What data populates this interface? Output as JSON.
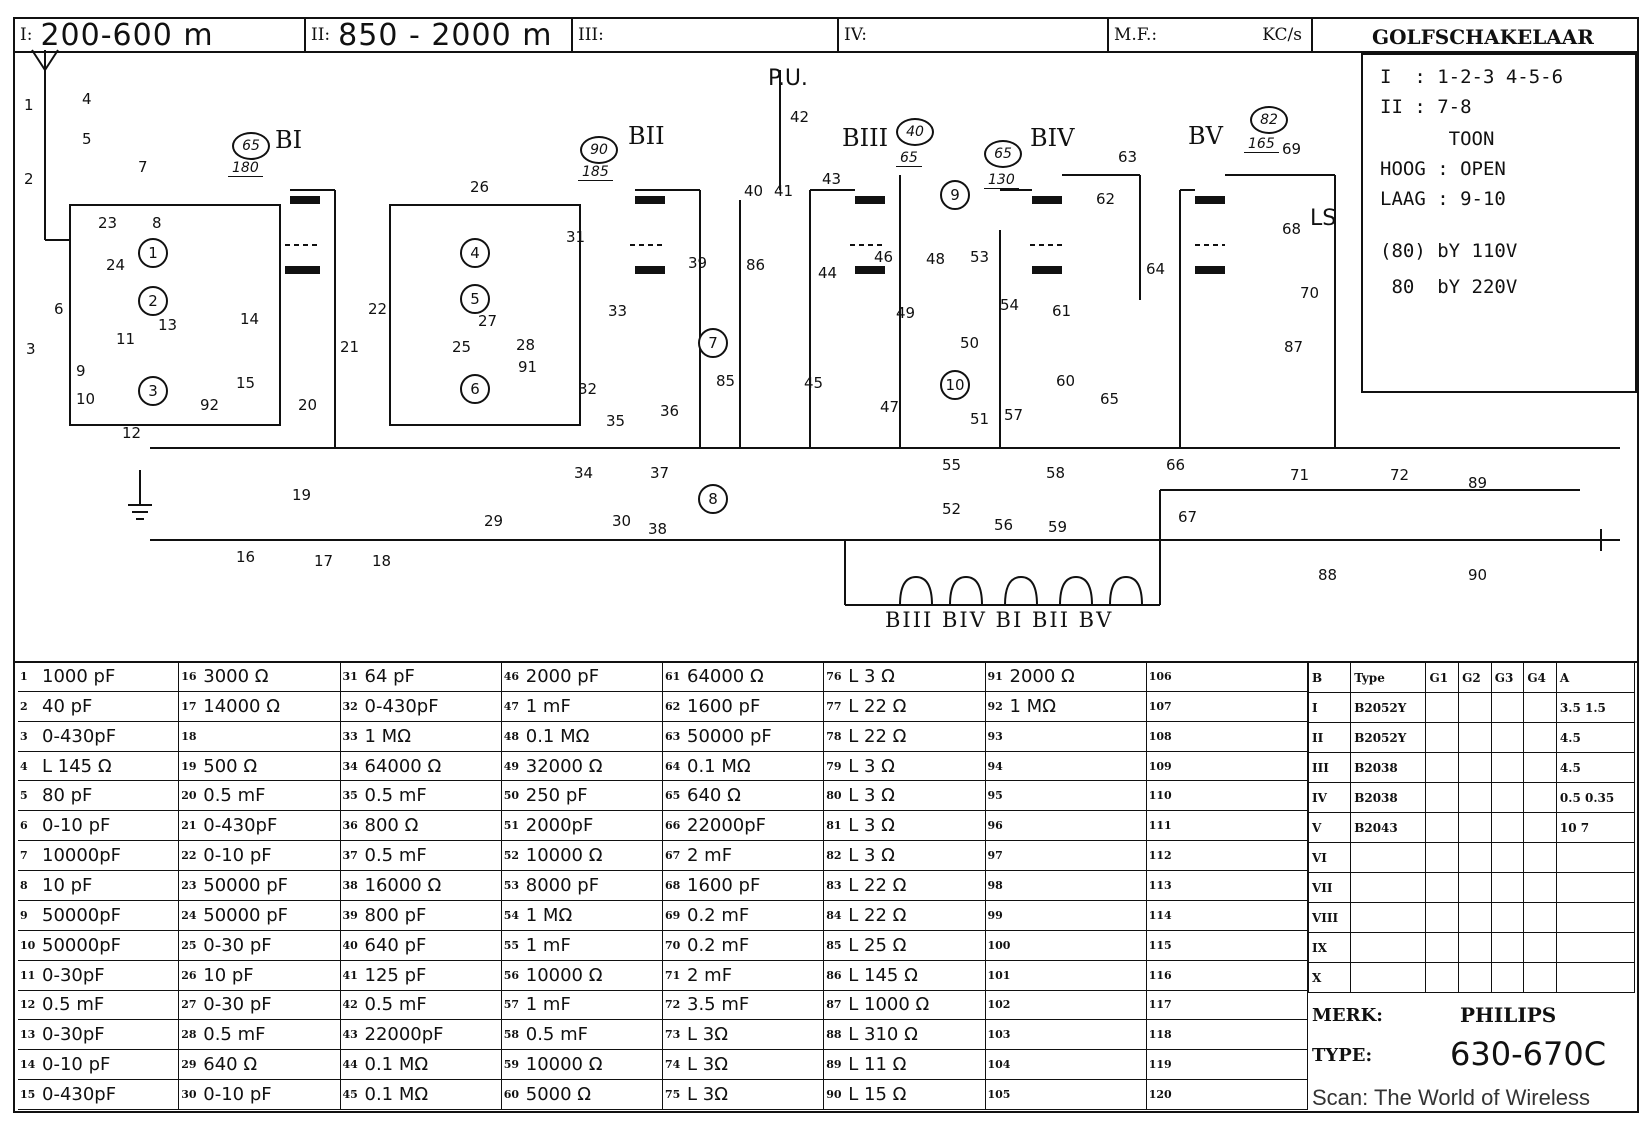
{
  "header": {
    "bands": [
      {
        "key": "I:",
        "value": "200-600 m"
      },
      {
        "key": "II:",
        "value": "850 - 2000 m"
      },
      {
        "key": "III:",
        "value": ""
      },
      {
        "key": "IV:",
        "value": ""
      }
    ],
    "mf_key": "M.F.:",
    "mf_unit": "KC/s",
    "title": "GOLFSCHAKELAAR"
  },
  "switch_notes": [
    "I  : 1-2-3 4-5-6",
    "II : 7-8",
    "      TOON",
    "HOOG : OPEN",
    "LAAG : 9-10",
    "(80) bY 110V",
    " 80  bY 220V"
  ],
  "tubes": [
    {
      "name": "BI",
      "ref": "65",
      "pin": "180"
    },
    {
      "name": "BII",
      "ref": "90",
      "pin": "185"
    },
    {
      "name": "BIII",
      "ref": "40",
      "pin": "65"
    },
    {
      "name": "BIV",
      "ref": "65",
      "pin": "130"
    },
    {
      "name": "BV",
      "ref": "82",
      "pin": "165"
    }
  ],
  "heater_label": "BIII BIV BI BII BV",
  "schematic_labels": [
    "1",
    "2",
    "3",
    "4",
    "5",
    "6",
    "7",
    "8",
    "9",
    "10",
    "11",
    "12",
    "13",
    "14",
    "15",
    "16",
    "17",
    "18",
    "19",
    "20",
    "21",
    "22",
    "23",
    "24",
    "25",
    "26",
    "27",
    "28",
    "29",
    "30",
    "31",
    "32",
    "33",
    "34",
    "35",
    "36",
    "37",
    "38",
    "39",
    "40",
    "41",
    "42",
    "43",
    "44",
    "45",
    "46",
    "47",
    "48",
    "49",
    "50",
    "51",
    "52",
    "53",
    "54",
    "55",
    "56",
    "57",
    "58",
    "59",
    "60",
    "61",
    "62",
    "63",
    "64",
    "65",
    "66",
    "67",
    "68",
    "69",
    "70",
    "71",
    "72",
    "85",
    "86",
    "87",
    "88",
    "89",
    "90",
    "91",
    "92",
    "P.U.",
    "LS"
  ],
  "parts": [
    {
      "n": "1",
      "v": "1000 pF"
    },
    {
      "n": "2",
      "v": "40 pF"
    },
    {
      "n": "3",
      "v": "0-430pF"
    },
    {
      "n": "4",
      "v": "L 145 Ω"
    },
    {
      "n": "5",
      "v": "80 pF"
    },
    {
      "n": "6",
      "v": "0-10 pF"
    },
    {
      "n": "7",
      "v": "10000pF"
    },
    {
      "n": "8",
      "v": "10 pF"
    },
    {
      "n": "9",
      "v": "50000pF"
    },
    {
      "n": "10",
      "v": "50000pF"
    },
    {
      "n": "11",
      "v": "0-30pF"
    },
    {
      "n": "12",
      "v": "0.5 mF"
    },
    {
      "n": "13",
      "v": "0-30pF"
    },
    {
      "n": "14",
      "v": "0-10 pF"
    },
    {
      "n": "15",
      "v": "0-430pF"
    },
    {
      "n": "16",
      "v": "3000 Ω"
    },
    {
      "n": "17",
      "v": "14000 Ω"
    },
    {
      "n": "18",
      "v": ""
    },
    {
      "n": "19",
      "v": "500 Ω"
    },
    {
      "n": "20",
      "v": "0.5 mF"
    },
    {
      "n": "21",
      "v": "0-430pF"
    },
    {
      "n": "22",
      "v": "0-10 pF"
    },
    {
      "n": "23",
      "v": "50000 pF"
    },
    {
      "n": "24",
      "v": "50000 pF"
    },
    {
      "n": "25",
      "v": "0-30 pF"
    },
    {
      "n": "26",
      "v": "10 pF"
    },
    {
      "n": "27",
      "v": "0-30 pF"
    },
    {
      "n": "28",
      "v": "0.5 mF"
    },
    {
      "n": "29",
      "v": "640 Ω"
    },
    {
      "n": "30",
      "v": "0-10 pF"
    },
    {
      "n": "31",
      "v": "64 pF"
    },
    {
      "n": "32",
      "v": "0-430pF"
    },
    {
      "n": "33",
      "v": "1 MΩ"
    },
    {
      "n": "34",
      "v": "64000 Ω"
    },
    {
      "n": "35",
      "v": "0.5 mF"
    },
    {
      "n": "36",
      "v": "800 Ω"
    },
    {
      "n": "37",
      "v": "0.5 mF"
    },
    {
      "n": "38",
      "v": "16000 Ω"
    },
    {
      "n": "39",
      "v": "800 pF"
    },
    {
      "n": "40",
      "v": "640 pF"
    },
    {
      "n": "41",
      "v": "125 pF"
    },
    {
      "n": "42",
      "v": "0.5 mF"
    },
    {
      "n": "43",
      "v": "22000pF"
    },
    {
      "n": "44",
      "v": "0.1 MΩ"
    },
    {
      "n": "45",
      "v": "0.1 MΩ"
    },
    {
      "n": "46",
      "v": "2000 pF"
    },
    {
      "n": "47",
      "v": "1 mF"
    },
    {
      "n": "48",
      "v": "0.1 MΩ"
    },
    {
      "n": "49",
      "v": "32000 Ω"
    },
    {
      "n": "50",
      "v": "250 pF"
    },
    {
      "n": "51",
      "v": "2000pF"
    },
    {
      "n": "52",
      "v": "10000 Ω"
    },
    {
      "n": "53",
      "v": "8000 pF"
    },
    {
      "n": "54",
      "v": "1 MΩ"
    },
    {
      "n": "55",
      "v": "1 mF"
    },
    {
      "n": "56",
      "v": "10000 Ω"
    },
    {
      "n": "57",
      "v": "1 mF"
    },
    {
      "n": "58",
      "v": "0.5 mF"
    },
    {
      "n": "59",
      "v": "10000 Ω"
    },
    {
      "n": "60",
      "v": "5000 Ω"
    },
    {
      "n": "61",
      "v": "64000 Ω"
    },
    {
      "n": "62",
      "v": "1600 pF"
    },
    {
      "n": "63",
      "v": "50000 pF"
    },
    {
      "n": "64",
      "v": "0.1 MΩ"
    },
    {
      "n": "65",
      "v": "640 Ω"
    },
    {
      "n": "66",
      "v": "22000pF"
    },
    {
      "n": "67",
      "v": "2 mF"
    },
    {
      "n": "68",
      "v": "1600 pF"
    },
    {
      "n": "69",
      "v": "0.2 mF"
    },
    {
      "n": "70",
      "v": "0.2 mF"
    },
    {
      "n": "71",
      "v": "2 mF"
    },
    {
      "n": "72",
      "v": "3.5 mF"
    },
    {
      "n": "73",
      "v": "L 3Ω"
    },
    {
      "n": "74",
      "v": "L 3Ω"
    },
    {
      "n": "75",
      "v": "L 3Ω"
    },
    {
      "n": "76",
      "v": "L 3 Ω"
    },
    {
      "n": "77",
      "v": "L 22 Ω"
    },
    {
      "n": "78",
      "v": "L 22 Ω"
    },
    {
      "n": "79",
      "v": "L 3 Ω"
    },
    {
      "n": "80",
      "v": "L 3 Ω"
    },
    {
      "n": "81",
      "v": "L 3 Ω"
    },
    {
      "n": "82",
      "v": "L 3 Ω"
    },
    {
      "n": "83",
      "v": "L 22 Ω"
    },
    {
      "n": "84",
      "v": "L 22 Ω"
    },
    {
      "n": "85",
      "v": "L 25 Ω"
    },
    {
      "n": "86",
      "v": "L 145 Ω"
    },
    {
      "n": "87",
      "v": "L 1000 Ω"
    },
    {
      "n": "88",
      "v": "L 310 Ω"
    },
    {
      "n": "89",
      "v": "L 11 Ω"
    },
    {
      "n": "90",
      "v": "L 15 Ω"
    },
    {
      "n": "91",
      "v": "2000 Ω"
    },
    {
      "n": "92",
      "v": "1 MΩ"
    },
    {
      "n": "93",
      "v": ""
    },
    {
      "n": "94",
      "v": ""
    },
    {
      "n": "95",
      "v": ""
    },
    {
      "n": "96",
      "v": ""
    },
    {
      "n": "97",
      "v": ""
    },
    {
      "n": "98",
      "v": ""
    },
    {
      "n": "99",
      "v": ""
    },
    {
      "n": "100",
      "v": ""
    },
    {
      "n": "101",
      "v": ""
    },
    {
      "n": "102",
      "v": ""
    },
    {
      "n": "103",
      "v": ""
    },
    {
      "n": "104",
      "v": ""
    },
    {
      "n": "105",
      "v": ""
    },
    {
      "n": "106",
      "v": ""
    },
    {
      "n": "107",
      "v": ""
    },
    {
      "n": "108",
      "v": ""
    },
    {
      "n": "109",
      "v": ""
    },
    {
      "n": "110",
      "v": ""
    },
    {
      "n": "111",
      "v": ""
    },
    {
      "n": "112",
      "v": ""
    },
    {
      "n": "113",
      "v": ""
    },
    {
      "n": "114",
      "v": ""
    },
    {
      "n": "115",
      "v": ""
    },
    {
      "n": "116",
      "v": ""
    },
    {
      "n": "117",
      "v": ""
    },
    {
      "n": "118",
      "v": ""
    },
    {
      "n": "119",
      "v": ""
    },
    {
      "n": "120",
      "v": ""
    }
  ],
  "tube_table": {
    "headers": [
      "B",
      "Type",
      "G1",
      "G2",
      "G3",
      "G4",
      "A"
    ],
    "rows": [
      {
        "b": "I",
        "type": "B2052Y",
        "a": "3.5 1.5"
      },
      {
        "b": "II",
        "type": "B2052Y",
        "a": "4.5"
      },
      {
        "b": "III",
        "type": "B2038",
        "a": "4.5"
      },
      {
        "b": "IV",
        "type": "B2038",
        "a": "0.5 0.35"
      },
      {
        "b": "V",
        "type": "B2043",
        "a": "10 7"
      },
      {
        "b": "VI",
        "type": "",
        "a": ""
      },
      {
        "b": "VII",
        "type": "",
        "a": ""
      },
      {
        "b": "VIII",
        "type": "",
        "a": ""
      },
      {
        "b": "IX",
        "type": "",
        "a": ""
      },
      {
        "b": "X",
        "type": "",
        "a": ""
      }
    ]
  },
  "footer": {
    "merk_label": "MERK:",
    "merk_value": "PHILIPS",
    "type_label": "TYPE:",
    "type_value": "630-670C",
    "credit": "Scan: The World of Wireless"
  }
}
